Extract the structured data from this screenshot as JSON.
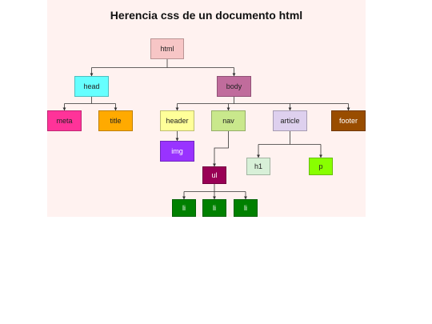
{
  "title": "Herencia css de un documento html",
  "nodes": [
    {
      "id": "html",
      "label": "html",
      "color": "#f7c6c6"
    },
    {
      "id": "head",
      "label": "head",
      "color": "#66ffff"
    },
    {
      "id": "body",
      "label": "body",
      "color": "#c06c9c"
    },
    {
      "id": "meta",
      "label": "meta",
      "color": "#ff3399"
    },
    {
      "id": "title",
      "label": "title",
      "color": "#ffaa00"
    },
    {
      "id": "header",
      "label": "header",
      "color": "#ffff99"
    },
    {
      "id": "nav",
      "label": "nav",
      "color": "#c9e88c"
    },
    {
      "id": "article",
      "label": "article",
      "color": "#ded0ee"
    },
    {
      "id": "footer",
      "label": "footer",
      "color": "#994d00"
    },
    {
      "id": "img",
      "label": "img",
      "color": "#9933ff"
    },
    {
      "id": "ul",
      "label": "ul",
      "color": "#990055"
    },
    {
      "id": "h1",
      "label": "h1",
      "color": "#d8f0d8"
    },
    {
      "id": "p",
      "label": "p",
      "color": "#88ff00"
    },
    {
      "id": "li1",
      "label": "li",
      "color": "#008000"
    },
    {
      "id": "li2",
      "label": "li",
      "color": "#008000"
    },
    {
      "id": "li3",
      "label": "li",
      "color": "#008000"
    }
  ],
  "edges": [
    [
      "html",
      "head"
    ],
    [
      "html",
      "body"
    ],
    [
      "head",
      "meta"
    ],
    [
      "head",
      "title"
    ],
    [
      "body",
      "header"
    ],
    [
      "body",
      "nav"
    ],
    [
      "body",
      "article"
    ],
    [
      "body",
      "footer"
    ],
    [
      "header",
      "img"
    ],
    [
      "nav",
      "ul"
    ],
    [
      "article",
      "h1"
    ],
    [
      "article",
      "p"
    ],
    [
      "ul",
      "li1"
    ],
    [
      "ul",
      "li2"
    ],
    [
      "ul",
      "li3"
    ]
  ]
}
